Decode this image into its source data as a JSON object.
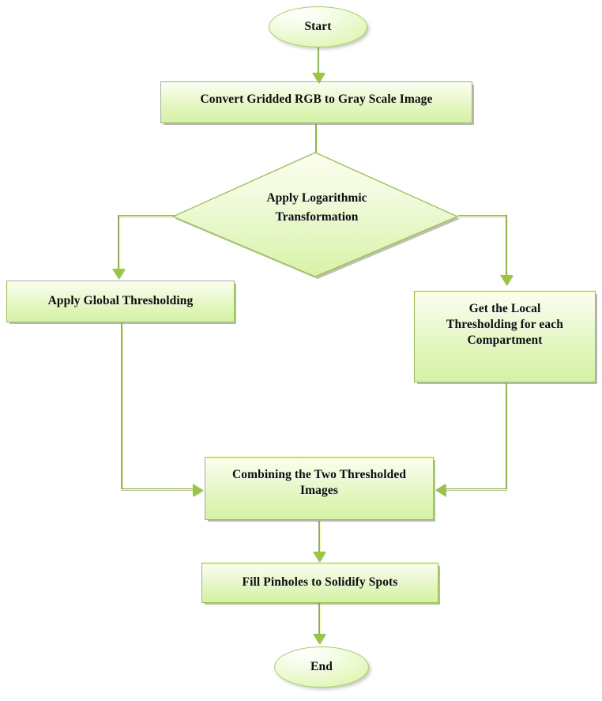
{
  "diagram": {
    "title": "Image Thresholding Flowchart",
    "type": "flowchart",
    "palette": {
      "node_fill_top": "#fbfeee",
      "node_fill_bottom": "#d4f2a6",
      "node_border": "#9ac34a",
      "connector": "#8cb83c",
      "arrowhead": "#9ac53f",
      "shadow": "#7d7d7d",
      "text": "#0d0d14",
      "background": "#ffffff"
    },
    "nodes": {
      "start": {
        "label": "Start",
        "shape": "oval"
      },
      "convert": {
        "label": "Convert Gridded RGB to Gray Scale Image",
        "shape": "rectangle"
      },
      "logarithmic": {
        "label": "Apply Logarithmic\nTransformation",
        "shape": "diamond"
      },
      "global_threshold": {
        "label": "Apply Global Thresholding",
        "shape": "rectangle"
      },
      "local_threshold": {
        "label": "Get the Local\nThresholding for each\nCompartment",
        "shape": "rectangle"
      },
      "combine": {
        "label": "Combining the Two Thresholded\nImages",
        "shape": "rectangle"
      },
      "fill_pinholes": {
        "label": "Fill Pinholes to Solidify Spots",
        "shape": "rectangle"
      },
      "end": {
        "label": "End",
        "shape": "oval"
      }
    },
    "edges": [
      {
        "from": "start",
        "to": "convert",
        "style": "single",
        "direction": "down"
      },
      {
        "from": "convert",
        "to": "logarithmic",
        "style": "single",
        "direction": "down"
      },
      {
        "from": "logarithmic",
        "to": "global_threshold",
        "style": "double-elbow",
        "direction": "left-down"
      },
      {
        "from": "logarithmic",
        "to": "local_threshold",
        "style": "double-elbow",
        "direction": "right-down"
      },
      {
        "from": "global_threshold",
        "to": "combine",
        "style": "double-elbow",
        "direction": "down-right"
      },
      {
        "from": "local_threshold",
        "to": "combine",
        "style": "double-elbow",
        "direction": "down-left"
      },
      {
        "from": "combine",
        "to": "fill_pinholes",
        "style": "single",
        "direction": "down"
      },
      {
        "from": "fill_pinholes",
        "to": "end",
        "style": "single",
        "direction": "down"
      }
    ]
  }
}
